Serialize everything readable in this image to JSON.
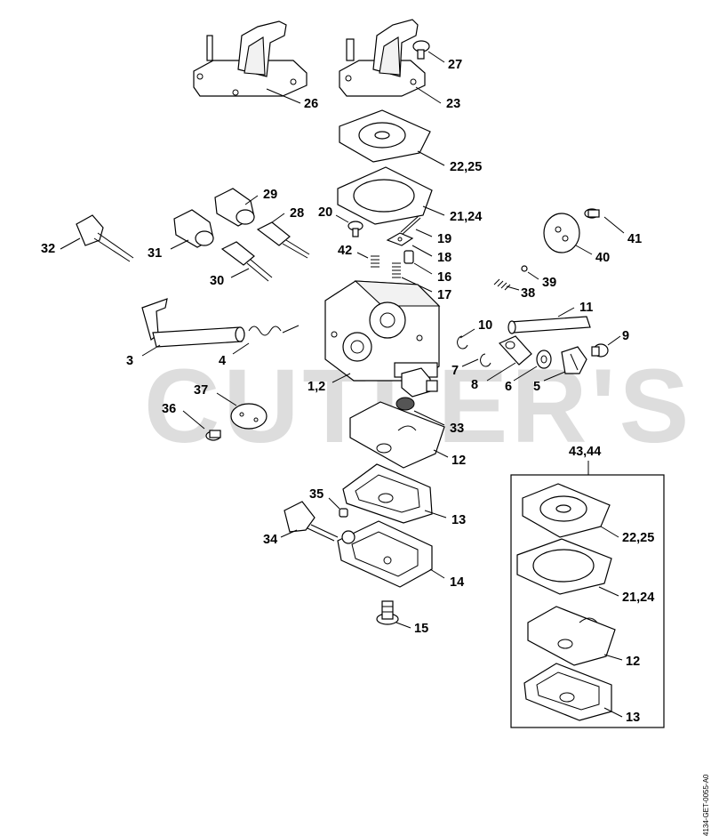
{
  "watermark": "CUTLER'S",
  "reference_code": "4134-GET-0055-A0",
  "kit_label": "43,44",
  "callouts": {
    "c26": "26",
    "c27": "27",
    "c23": "23",
    "c2225": "22,25",
    "c2124": "21,24",
    "c29": "29",
    "c28": "28",
    "c20": "20",
    "c19": "19",
    "c32": "32",
    "c31": "31",
    "c42": "42",
    "c18": "18",
    "c40": "40",
    "c41": "41",
    "c16": "16",
    "c30": "30",
    "c39": "39",
    "c17": "17",
    "c38": "38",
    "c11": "11",
    "c10": "10",
    "c9": "9",
    "c3": "3",
    "c4": "4",
    "c7": "7",
    "c8": "8",
    "c6": "6",
    "c5": "5",
    "c12": "1,2",
    "c37": "37",
    "c36": "36",
    "c33": "33",
    "c12b": "12",
    "c35": "35",
    "c13": "13",
    "c34": "34",
    "c14": "14",
    "c15": "15",
    "k2225": "22,25",
    "k2124": "21,24",
    "k12": "12",
    "k13": "13"
  }
}
